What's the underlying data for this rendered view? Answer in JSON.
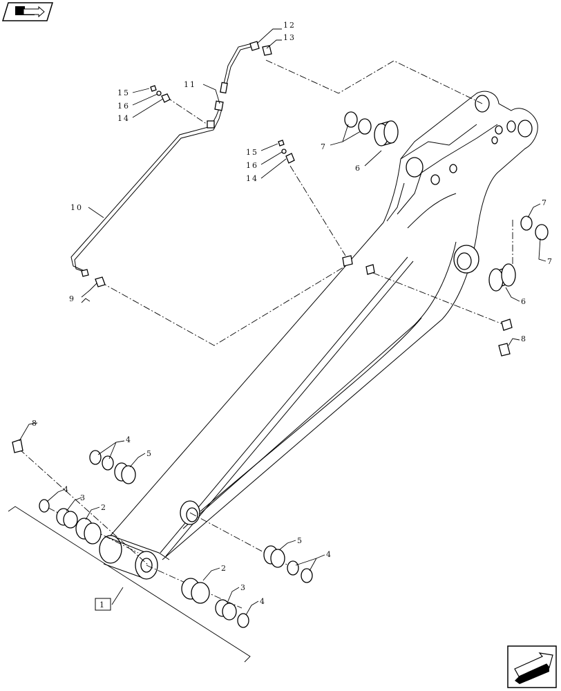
{
  "icons": {
    "top_left": "book-nav-icon",
    "bottom_right": "next-page-arrow-icon"
  },
  "callouts": {
    "c1": "1",
    "c2a": "2",
    "c2b": "2",
    "c3a": "3",
    "c3b": "3",
    "c4a": "4",
    "c4b": "4",
    "c4c": "4",
    "c4d": "4",
    "c5a": "5",
    "c5b": "5",
    "c6a": "6",
    "c6b": "6",
    "c7a": "7",
    "c7b": "7",
    "c7c": "7",
    "c8a": "8",
    "c8b": "8",
    "c9": "9",
    "c10": "10",
    "c11": "11",
    "c12": "12",
    "c13": "13",
    "c14a": "14",
    "c14b": "14",
    "c15a": "15",
    "c15b": "15",
    "c16a": "16",
    "c16b": "16"
  }
}
